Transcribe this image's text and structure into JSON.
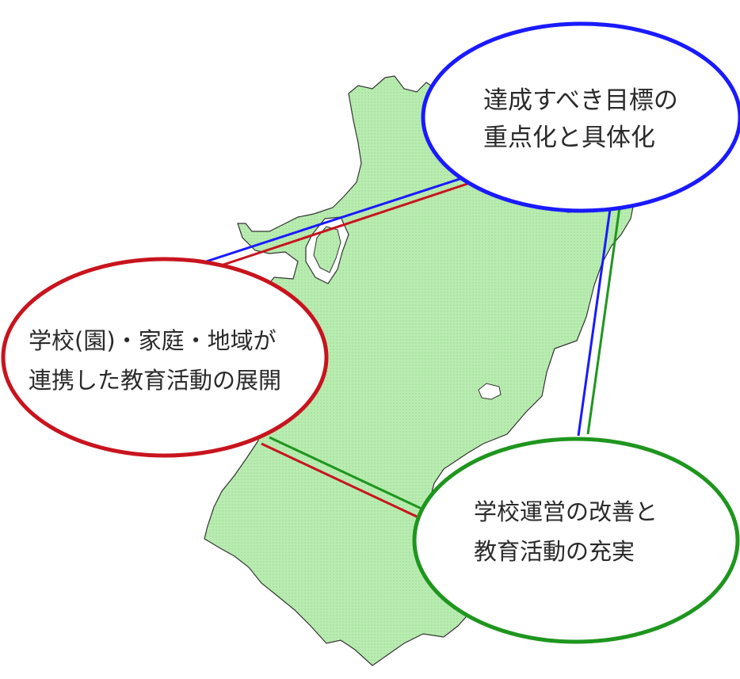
{
  "diagram": {
    "nodes": [
      {
        "id": "goals",
        "lines": [
          "達成すべき目標の",
          "重点化と具体化"
        ],
        "border_color": "#1a1aff"
      },
      {
        "id": "community",
        "lines": [
          "学校(園)・家庭・地域が",
          "連携した教育活動の展開"
        ],
        "border_color": "#c8141e"
      },
      {
        "id": "school",
        "lines": [
          "学校運営の改善と",
          "教育活動の充実"
        ],
        "border_color": "#1e961e"
      }
    ],
    "connectors": [
      {
        "from": "goals",
        "to": "community",
        "colors": [
          "#1a1aff",
          "#c8141e"
        ]
      },
      {
        "from": "goals",
        "to": "school",
        "colors": [
          "#1a1aff",
          "#1e961e"
        ]
      },
      {
        "from": "community",
        "to": "school",
        "colors": [
          "#1e961e",
          "#c8141e"
        ]
      }
    ],
    "map_fill": "#b8ecb0",
    "map_outline": "#333333"
  }
}
